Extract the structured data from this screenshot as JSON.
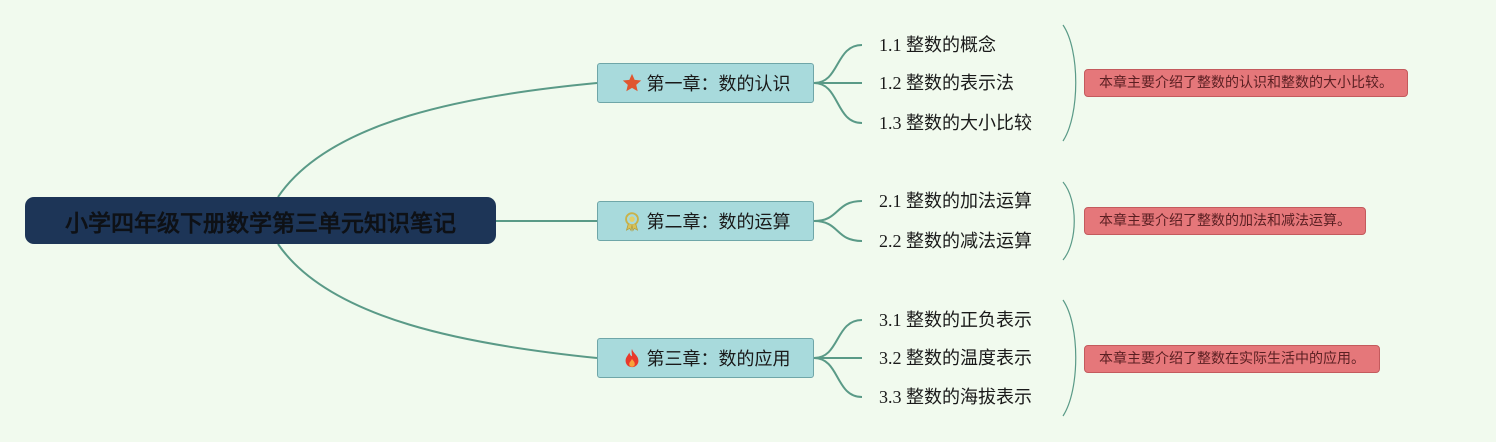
{
  "root": {
    "title": "小学四年级下册数学第三单元知识笔记"
  },
  "chapters": [
    {
      "icon": "star-icon",
      "label": "第一章：数的认识",
      "sections": [
        "1.1 整数的概念",
        "1.2 整数的表示法",
        "1.3 整数的大小比较"
      ],
      "note": "本章主要介绍了整数的认识和整数的大小比较。"
    },
    {
      "icon": "medal-icon",
      "label": "第二章：数的运算",
      "sections": [
        "2.1 整数的加法运算",
        "2.2 整数的减法运算"
      ],
      "note": "本章主要介绍了整数的加法和减法运算。"
    },
    {
      "icon": "fire-icon",
      "label": "第三章：数的应用",
      "sections": [
        "3.1 整数的正负表示",
        "3.2 整数的温度表示",
        "3.3 整数的海拔表示"
      ],
      "note": "本章主要介绍了整数在实际生活中的应用。"
    }
  ],
  "colors": {
    "background": "#f1faee",
    "root_fill": "#1d3557",
    "chapter_fill": "#a8dadc",
    "note_fill": "#e5777a",
    "connector": "#5a9a87"
  }
}
